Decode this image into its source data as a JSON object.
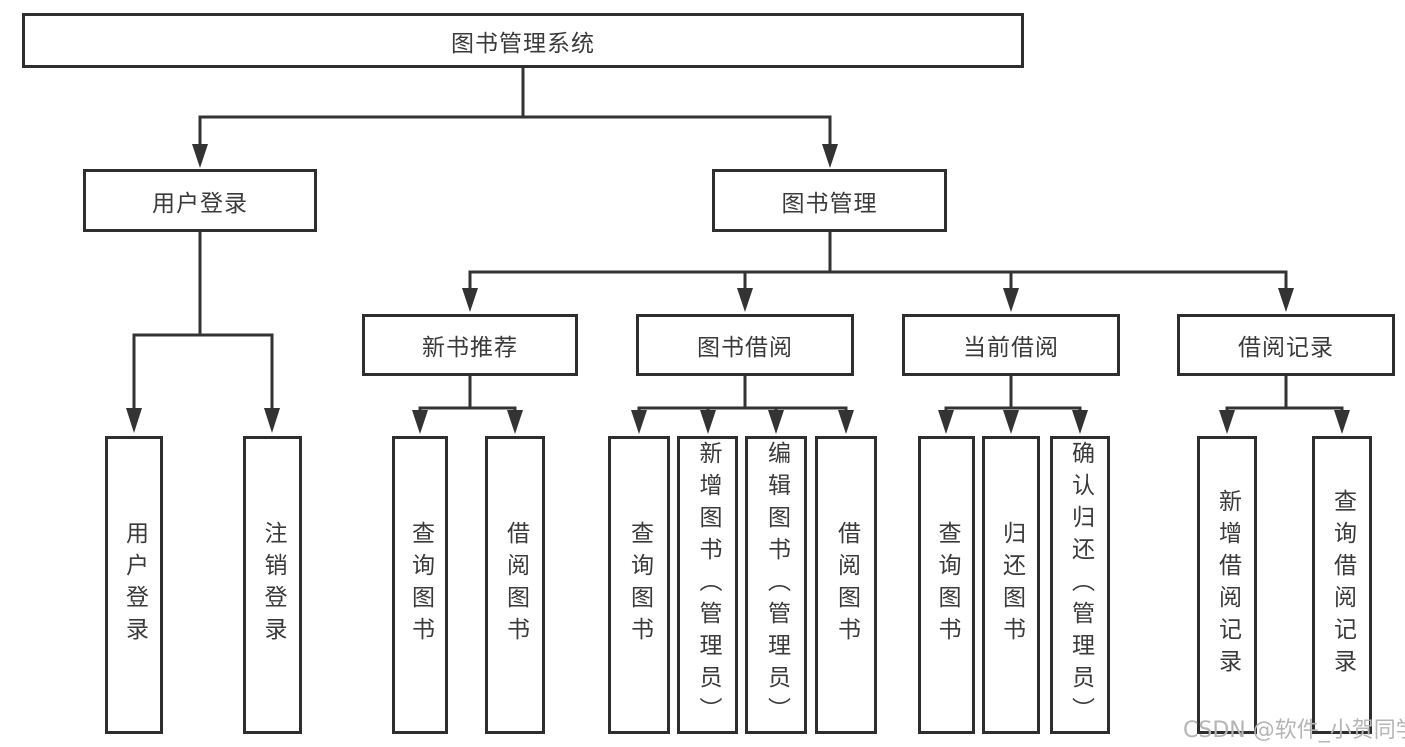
{
  "tree": {
    "root": {
      "label": "图书管理系统"
    },
    "branches": [
      {
        "label": "用户登录",
        "children": [
          {
            "label": "用户登录"
          },
          {
            "label": "注销登录"
          }
        ]
      },
      {
        "label": "图书管理",
        "children": [
          {
            "label": "新书推荐",
            "children": [
              {
                "label": "查询图书"
              },
              {
                "label": "借阅图书"
              }
            ]
          },
          {
            "label": "图书借阅",
            "children": [
              {
                "label": "查询图书"
              },
              {
                "label": "新增图书（管理员）"
              },
              {
                "label": "编辑图书（管理员）"
              },
              {
                "label": "借阅图书"
              }
            ]
          },
          {
            "label": "当前借阅",
            "children": [
              {
                "label": "查询图书"
              },
              {
                "label": "归还图书"
              },
              {
                "label": "确认归还（管理员）"
              }
            ]
          },
          {
            "label": "借阅记录",
            "children": [
              {
                "label": "新增借阅记录"
              },
              {
                "label": "查询借阅记录"
              }
            ]
          }
        ]
      }
    ]
  },
  "watermark": {
    "text": "CSDN @软件_小贺同学"
  },
  "colors": {
    "background": "#ffffff",
    "box_border": "#2e2e2e",
    "line": "#333333",
    "text": "#3a3a3a",
    "watermark": "#b5b5b5"
  }
}
